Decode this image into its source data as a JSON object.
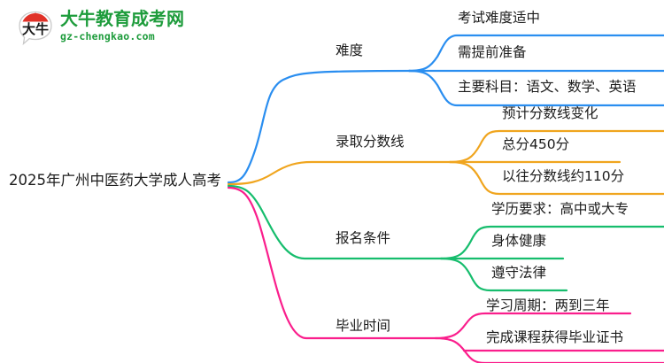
{
  "logo": {
    "mark_name": "da-niu-speech-bubble-logo",
    "cn_name": "大牛教育成考网",
    "domain": "gz-chengkao.com",
    "mark_char": "大牛",
    "brand_green": "#1e9c3c",
    "brand_red": "#e03127"
  },
  "mindmap": {
    "root": {
      "label": "2025年广州中医药大学成人高考"
    },
    "branches": [
      {
        "label": "难度",
        "color": "#2a8ef0",
        "children": [
          {
            "label": "考试难度适中"
          },
          {
            "label": "需提前准备"
          },
          {
            "label": "主要科目：语文、数学、英语"
          }
        ]
      },
      {
        "label": "录取分数线",
        "color": "#f0a51e",
        "children": [
          {
            "label": "预计分数线变化"
          },
          {
            "label": "总分450分"
          },
          {
            "label": "以往分数线约110分"
          }
        ]
      },
      {
        "label": "报名条件",
        "color": "#16bd6d",
        "children": [
          {
            "label": "学历要求：高中或大专"
          },
          {
            "label": "身体健康"
          },
          {
            "label": "遵守法律"
          }
        ]
      },
      {
        "label": "毕业时间",
        "color": "#fa1e8c",
        "children": [
          {
            "label": "学习周期：两到三年"
          },
          {
            "label": "完成课程获得毕业证书"
          }
        ]
      }
    ]
  }
}
